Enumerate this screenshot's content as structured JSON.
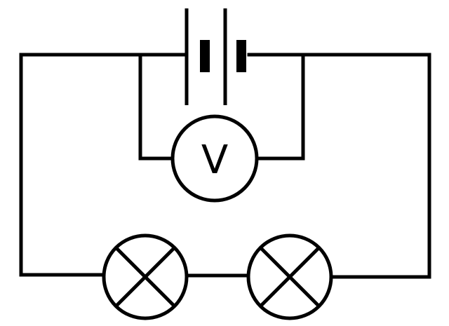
{
  "diagram": {
    "type": "circuit",
    "components": [
      {
        "kind": "battery",
        "cells": 2
      },
      {
        "kind": "voltmeter",
        "symbol": "V",
        "connection": "parallel-to-battery"
      },
      {
        "kind": "lamp",
        "count": 2,
        "connection": "series"
      }
    ],
    "voltmeter": {
      "label": "V"
    }
  }
}
